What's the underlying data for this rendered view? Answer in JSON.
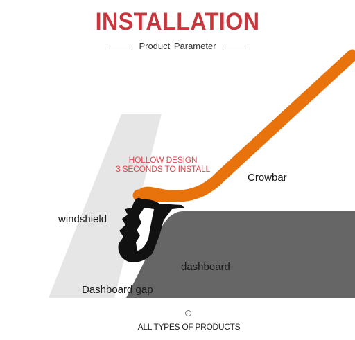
{
  "header": {
    "title": "INSTALLATION",
    "subtitle": "Product Parameter"
  },
  "callout": {
    "line1": "HOLLOW DESIGN",
    "line2": "3 SECONDS TO INSTALL"
  },
  "labels": {
    "crowbar": "Crowbar",
    "windshield": "windshield",
    "dashboard": "dashboard",
    "dashboard_gap": "Dashboard gap"
  },
  "footer": {
    "text": "ALL TYPES OF PRODUCTS"
  },
  "colors": {
    "title": "#c8373d",
    "crowbar": "#e8730c",
    "dashboard": "#666666",
    "windshield": "#e6e6e6",
    "seal": "#111111",
    "callout": "#e2444c"
  }
}
